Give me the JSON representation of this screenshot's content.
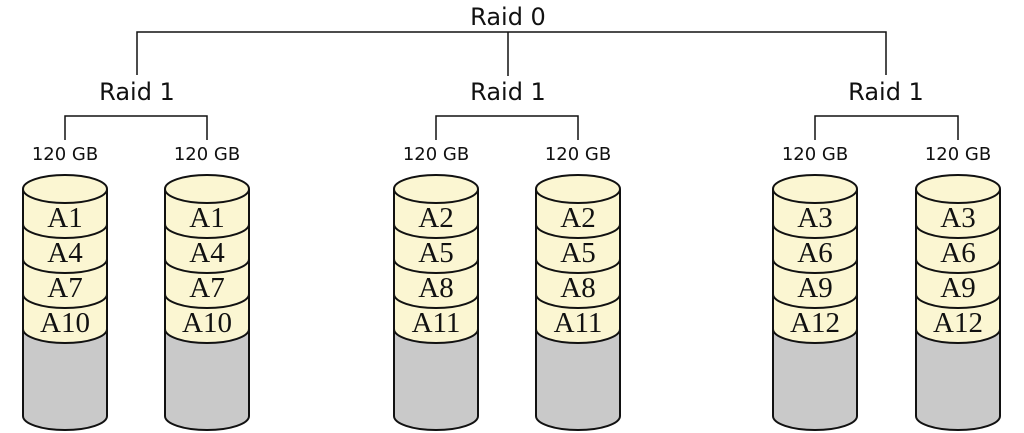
{
  "root": {
    "label": "Raid 0"
  },
  "colors": {
    "block_fill": "#fbf6d2",
    "empty_fill": "#c9c9c9",
    "stroke": "#111111"
  },
  "groups": [
    {
      "label": "Raid 1",
      "disks": [
        {
          "capacity": "120 GB",
          "blocks": [
            "A1",
            "A4",
            "A7",
            "A10"
          ]
        },
        {
          "capacity": "120 GB",
          "blocks": [
            "A1",
            "A4",
            "A7",
            "A10"
          ]
        }
      ]
    },
    {
      "label": "Raid 1",
      "disks": [
        {
          "capacity": "120 GB",
          "blocks": [
            "A2",
            "A5",
            "A8",
            "A11"
          ]
        },
        {
          "capacity": "120 GB",
          "blocks": [
            "A2",
            "A5",
            "A8",
            "A11"
          ]
        }
      ]
    },
    {
      "label": "Raid 1",
      "disks": [
        {
          "capacity": "120 GB",
          "blocks": [
            "A3",
            "A6",
            "A9",
            "A12"
          ]
        },
        {
          "capacity": "120 GB",
          "blocks": [
            "A3",
            "A6",
            "A9",
            "A12"
          ]
        }
      ]
    }
  ]
}
